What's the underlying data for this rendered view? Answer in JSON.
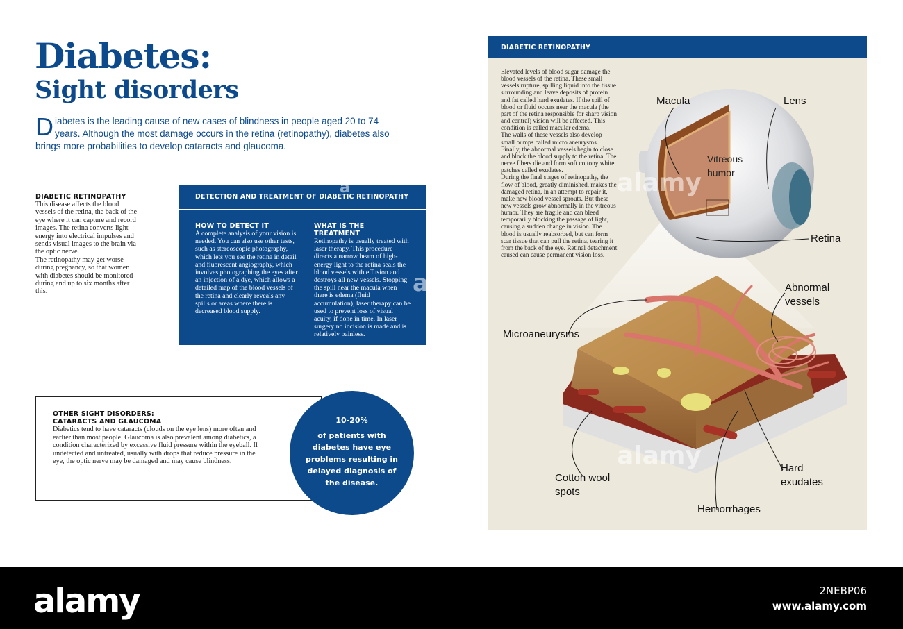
{
  "title": {
    "line1": "Diabetes:",
    "line2": "Sight disorders"
  },
  "intro": {
    "drop_cap": "D",
    "text": "iabetes is the leading cause of new cases of blindness in people aged 20 to 74 years. Although the most damage occurs in the retina (retinopathy), diabetes also brings more probabilities to develop cataracts and glaucoma."
  },
  "diabetic_retinopathy_left": {
    "heading": "DIABETIC RETINOPATHY",
    "paragraphs": [
      "This disease affects the blood vessels of the retina, the back of the eye where it can capture and record images. The retina converts light energy into electrical impulses and sends visual images to the brain via the optic nerve.",
      "The retinopathy may get worse during pregnancy, so that women with diabetes should be monitored during and up to six months after this."
    ]
  },
  "detection_box": {
    "heading": "DETECTION AND TREATMENT OF DIABETIC RETINOPATHY",
    "detect_heading": "HOW TO DETECT IT",
    "detect_text": "A complete analysis of your vision is needed. You can also use other tests, such as stereoscopic photography, which lets you see the retina in detail and fluorescent angiography, which involves photographing the eyes after an injection of a dye, which allows a detailed map of the blood vessels of the retina and clearly reveals any spills or areas where there is decreased blood supply.",
    "treatment_heading": "WHAT IS THE TREATMENT",
    "treatment_text": "Retinopathy is usually treated with laser therapy. This procedure directs a narrow beam of high-energy light to the retina seals the blood vessels with effusion and destroys all new vessels. Stopping the spill near the macula when there is edema (fluid accumulation), laser therapy can be used to prevent loss of visual acuity, if done in time. In laser surgery no incision is made and is relatively painless."
  },
  "other_disorders": {
    "heading_line1": "OTHER SIGHT DISORDERS:",
    "heading_line2": "CATARACTS AND GLAUCOMA",
    "text": "Diabetics tend to have cataracts (clouds on the eye lens) more often and earlier than most people. Glaucoma is also prevalent among diabetics, a condition characterized by excessive fluid pressure within the eyeball. If undetected and untreated, usually with drops that reduce pressure in the eye, the optic nerve may be damaged and may cause blindness."
  },
  "stat_circle": {
    "percent": "10-20%",
    "text": "of patients with diabetes have eye problems resulting in delayed diagnosis of the disease."
  },
  "panel": {
    "heading": "DIABETIC RETINOPATHY",
    "paragraphs": [
      "Elevated levels of blood sugar damage the blood vessels of the retina. These small vessels rupture, spilling liquid into the tissue surrounding and leave deposits of protein and fat called hard exudates. If the spill of blood or fluid occurs near the macula (the part of the retina responsible for sharp vision and central) vision will be affected. This condition is called macular edema.",
      "The walls of these vessels also develop small bumps called micro aneurysms. Finally, the abnormal vessels begin to close and block the blood supply to the retina. The nerve fibers die and form soft cottony white patches called exudates.",
      "During the final stages of retinopathy, the flow of blood, greatly diminished, makes the damaged retina, in an attempt to repair it, make new blood vessel sprouts. But these new vessels grow abnormally in the vitreous humor. They are fragile and can bleed temporarily blocking the passage of light, causing a sudden change in vision. The blood is usually reabsorbed, but can form scar tissue that can pull the retina, tearing it from the back of the eye. Retinal detachment caused can cause permanent vision loss."
    ],
    "labels": {
      "macula": "Macula",
      "lens": "Lens",
      "vitreous1": "Vitreous",
      "vitreous2": "humor",
      "retina": "Retina",
      "abnormal1": "Abnormal",
      "abnormal2": "vessels",
      "microaneurysms": "Microaneurysms",
      "cotton1": "Cotton wool",
      "cotton2": "spots",
      "hard1": "Hard",
      "hard2": "exudates",
      "hemorrhages": "Hemorrhages"
    }
  },
  "watermark": {
    "word": "alamy",
    "letter": "a"
  },
  "footer": {
    "logo": "alamy",
    "image_id": "2NEBP06",
    "url": "www.alamy.com"
  },
  "colors": {
    "brand_blue": "#0d4a8c",
    "panel_bg": "#ede8dc",
    "tissue": "#b98a4e",
    "vessel": "#d9756a"
  }
}
